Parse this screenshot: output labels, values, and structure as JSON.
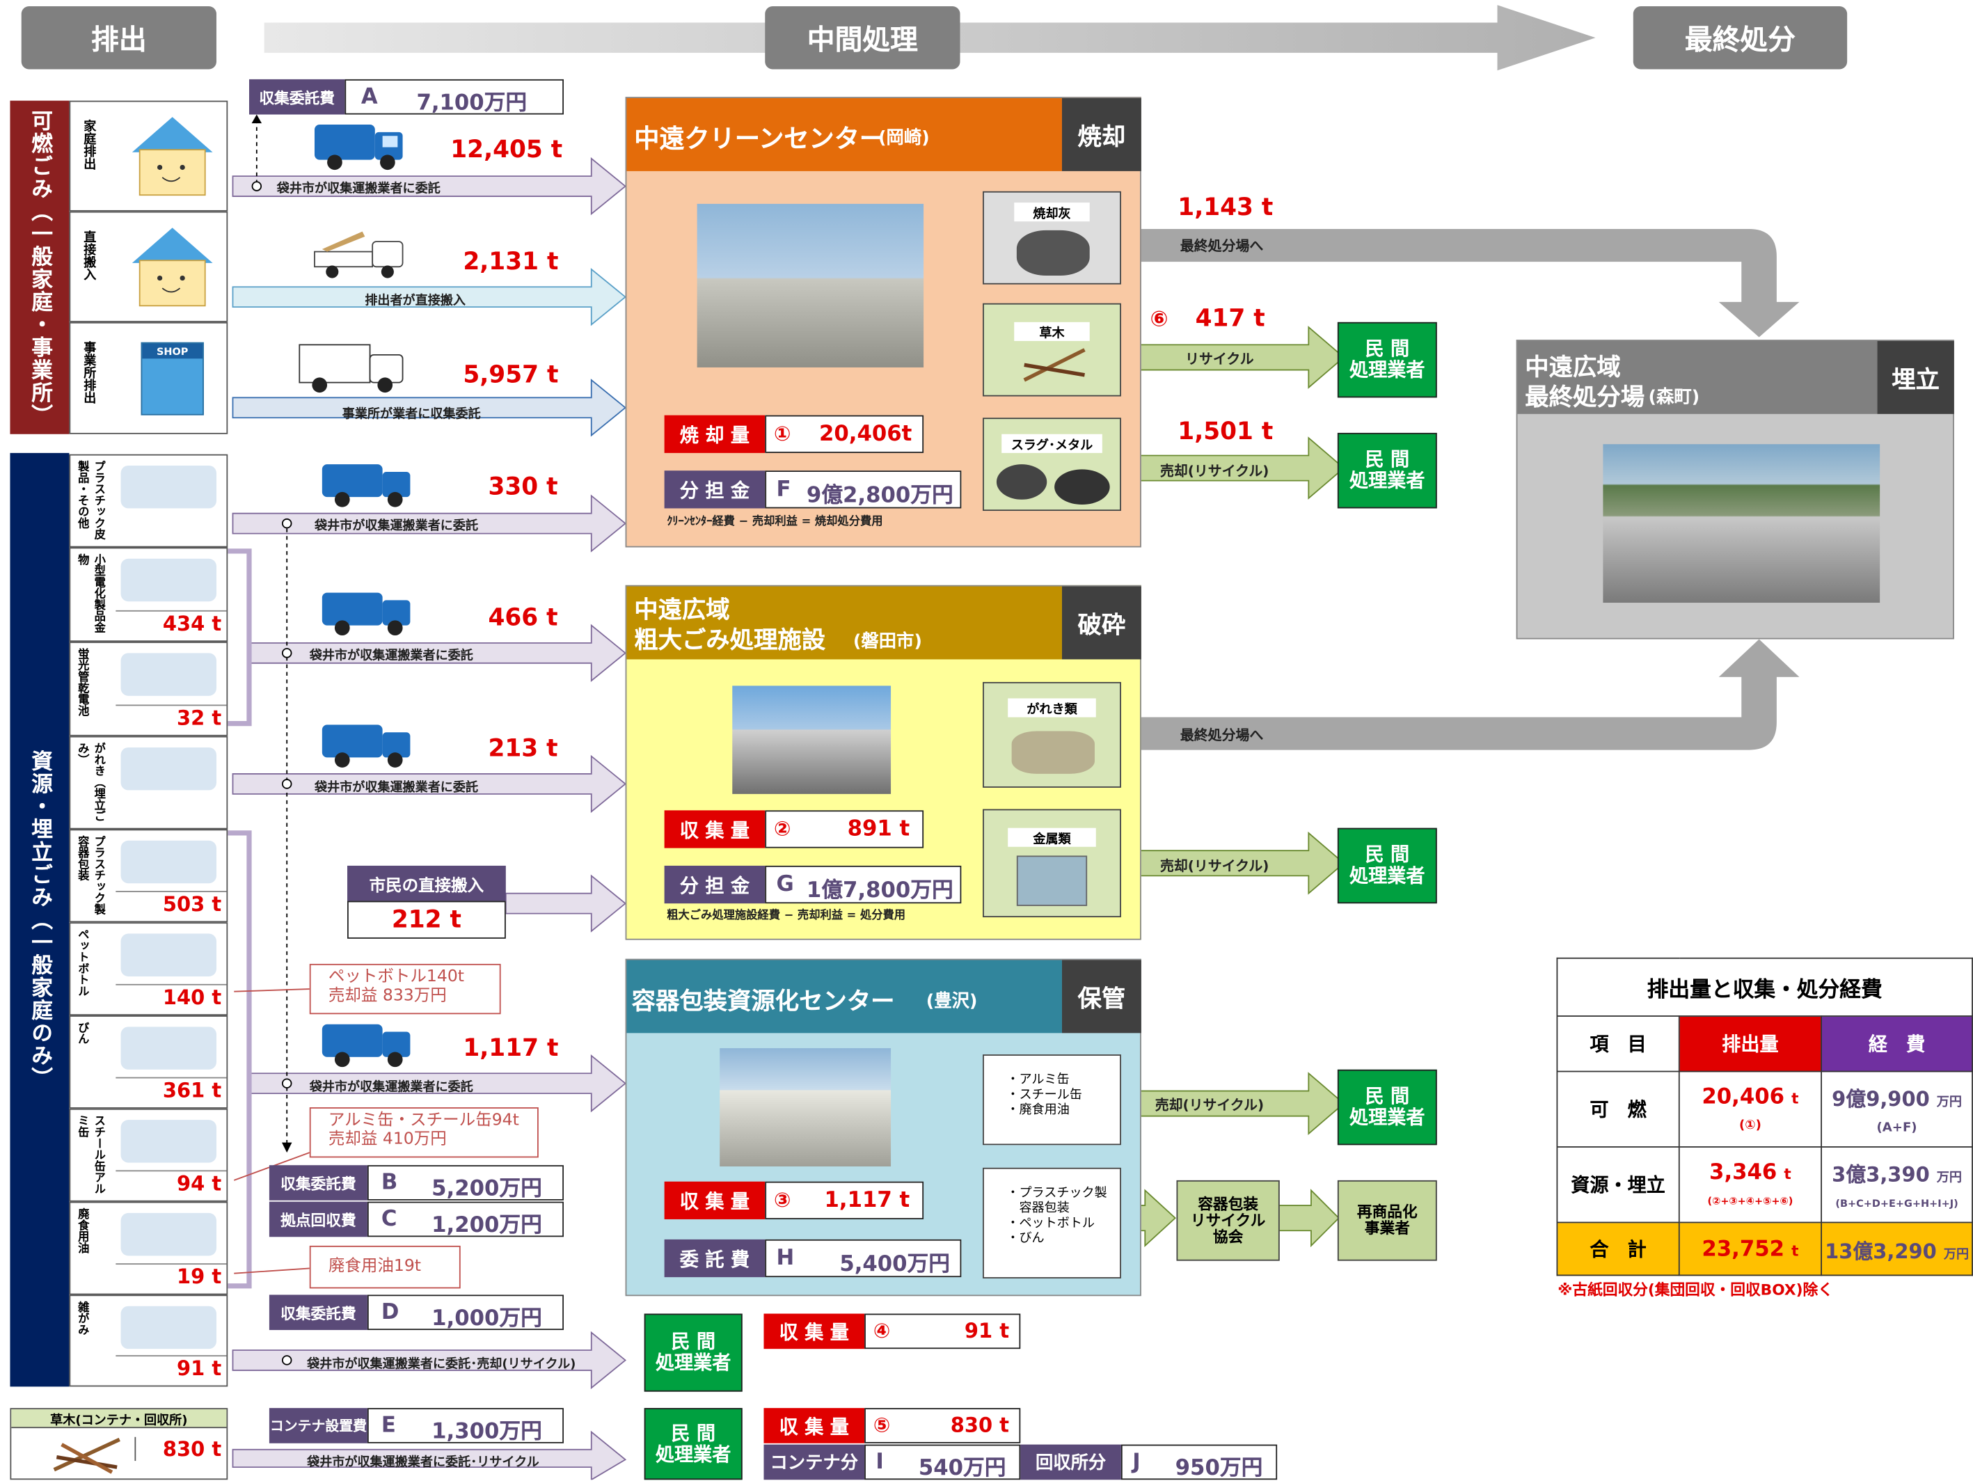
{
  "headers": {
    "emit": "排出",
    "mid": "中間処理",
    "final": "最終処分"
  },
  "left_groups": {
    "kanen": "可燃ごみ（一般家庭・事業所）",
    "shigen": "資源・埋立ごみ（一般家庭のみ）"
  },
  "kanen_rows": [
    {
      "label": "家庭排出",
      "amount": "12,405 t",
      "caption": "袋井市が収集運搬業者に委託"
    },
    {
      "label": "直接搬入",
      "amount": "2,131 t",
      "caption": "排出者が直接搬入"
    },
    {
      "label": "事業所排出",
      "amount": "5,957 t",
      "caption": "事業所が業者に収集委託"
    }
  ],
  "shop_sign": "SHOP",
  "fee_a": {
    "label": "収集委託費",
    "letter": "A",
    "value": "7,100万円"
  },
  "shigen_rows": [
    {
      "label": "プラスチック皮製品・その他"
    },
    {
      "label": "小型電化製品金物",
      "amount": "434 t"
    },
    {
      "label": "蛍光管乾電池",
      "amount": "32 t"
    },
    {
      "label": "がれき（埋立ごみ）"
    },
    {
      "label": "プラスチック製容器包装",
      "amount": "503 t"
    },
    {
      "label": "ペットボトル",
      "amount": "140 t"
    },
    {
      "label": "びん",
      "amount": "361 t"
    },
    {
      "label": "スチール缶アルミ缶",
      "amount": "94 t"
    },
    {
      "label": "廃食用油",
      "amount": "19 t"
    },
    {
      "label": "雑がみ",
      "amount": "91 t"
    }
  ],
  "shigen_flows": [
    {
      "amount": "330 t",
      "caption": "袋井市が収集運搬業者に委託"
    },
    {
      "amount": "466 t",
      "caption": "袋井市が収集運搬業者に委託"
    },
    {
      "amount": "213 t",
      "caption": "袋井市が収集運搬業者に委託"
    },
    {
      "amount": "1,117 t",
      "caption": "袋井市が収集運搬業者に委託"
    }
  ],
  "direct": {
    "label": "市民の直接搬入",
    "amount": "212 t"
  },
  "callouts": {
    "pet": "ペットボトル140t\n売却益 833万円",
    "can": "アルミ缶・スチール缶94t\n売却益 410万円",
    "oil": "廃食用油19t"
  },
  "fee_b": {
    "label": "収集委託費",
    "letter": "B",
    "value": "5,200万円"
  },
  "fee_c": {
    "label": "拠点回収費",
    "letter": "C",
    "value": "1,200万円"
  },
  "fee_d": {
    "label": "収集委託費",
    "letter": "D",
    "value": "1,000万円"
  },
  "zatsugami_caption": "袋井市が収集運搬業者に委託･売却(リサイクル)",
  "kusaki": {
    "label": "草木(コンテナ・回収所)",
    "amount": "830 t",
    "caption": "袋井市が収集運搬業者に委託･リサイクル"
  },
  "fee_e": {
    "label": "コンテナ設置費",
    "letter": "E",
    "value": "1,300万円"
  },
  "clean": {
    "title": "中遠クリーンセンター",
    "loc": "(岡崎)",
    "process": "焼却",
    "qty_label": "焼 却 量",
    "qty_num": "①",
    "qty_value": "20,406t",
    "fee_label": "分 担 金",
    "fee_letter": "F",
    "fee_value": "9億2,800万円",
    "note": "ｸﾘｰﾝｾﾝﾀｰ経費 − 売却利益 = 焼却処分費用",
    "ash": "焼却灰",
    "ash_amt": "1,143 t",
    "ash_flow": "最終処分場へ",
    "grass": "草木",
    "grass_num": "⑥",
    "grass_amt": "417 t",
    "grass_flow": "リサイクル",
    "slag": "スラグ･メタル",
    "slag_amt": "1,501 t",
    "slag_flow": "売却(リサイクル)"
  },
  "sodai": {
    "title1": "中遠広域",
    "title2": "粗大ごみ処理施設",
    "loc": "(磐田市)",
    "process": "破砕",
    "qty_label": "収 集 量",
    "qty_num": "②",
    "qty_value": "891 t",
    "fee_label": "分 担 金",
    "fee_letter": "G",
    "fee_value": "1億7,800万円",
    "note": "粗大ごみ処理施設経費 − 売却利益 = 処分費用",
    "rubble": "がれき類",
    "rubble_flow": "最終処分場へ",
    "metal": "金属類",
    "metal_flow": "売却(リサイクル)"
  },
  "yoki": {
    "title": "容器包装資源化センター",
    "loc": "(豊沢)",
    "process": "保管",
    "qty_label": "収 集 量",
    "qty_num": "③",
    "qty_value": "1,117 t",
    "fee_label": "委 託 費",
    "fee_letter": "H",
    "fee_value": "5,400万円",
    "box1": "・アルミ缶\n・スチール缶\n・廃食用油",
    "box1_flow": "売却(リサイクル)",
    "box2": "・プラスチック製\n　容器包装\n・ペットボトル\n・びん",
    "kyokai": "容器包装\nリサイクル\n協会",
    "reprod": "再商品化\n事業者"
  },
  "minkan": "民 間\n処理業者",
  "q4": {
    "label": "収 集 量",
    "num": "④",
    "value": "91 t"
  },
  "q5": {
    "label": "収 集 量",
    "num": "⑤",
    "value": "830 t"
  },
  "fee_i": {
    "label": "コンテナ分",
    "letter": "I",
    "value": "540万円"
  },
  "fee_j": {
    "label": "回収所分",
    "letter": "J",
    "value": "950万円"
  },
  "landfill": {
    "title1": "中遠広域",
    "title2": "最終処分場",
    "loc": "(森町)",
    "process": "埋立"
  },
  "summary": {
    "title": "排出量と収集・処分経費",
    "col_item": "項　目",
    "col_amount": "排出量",
    "col_cost": "経　費",
    "rows": [
      {
        "name": "可　燃",
        "amount": "20,406",
        "unit": "t",
        "sub": "(①)",
        "cost": "9億9,900",
        "cunit": "万円",
        "csub": "(A+F)"
      },
      {
        "name": "資源・埋立",
        "amount": "3,346",
        "unit": "t",
        "sub": "(②+③+④+⑤+⑥)",
        "cost": "3億3,390",
        "cunit": "万円",
        "csub": "(B+C+D+E+G+H+I+J)"
      },
      {
        "name": "合　計",
        "amount": "23,752",
        "unit": "t",
        "cost": "13億3,290",
        "cunit": "万円"
      }
    ],
    "footnote": "※古紙回収分(集団回収・回収BOX)除く"
  },
  "colors": {
    "orange": "#e46c0a",
    "orange_bg": "#f9c9a4",
    "gold": "#c09000",
    "yellow_bg": "#ffff99",
    "teal": "#31859c",
    "teal_bg": "#b7dee8",
    "navy": "#002060",
    "maroon": "#8b2020",
    "purple": "#5a4a78",
    "green": "#00a040"
  }
}
